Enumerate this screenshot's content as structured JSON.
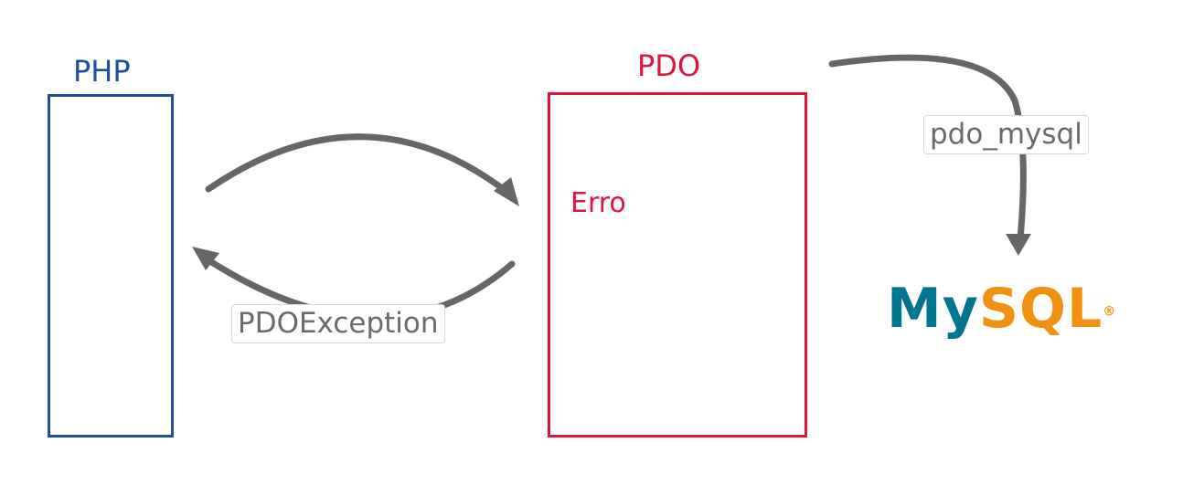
{
  "php": {
    "title": "PHP"
  },
  "pdo": {
    "title": "PDO",
    "error_label": "Erro"
  },
  "arrows": {
    "exception_label": "PDOException",
    "driver_label": "pdo_mysql"
  },
  "mysql": {
    "logo_part1": "My",
    "logo_part2": "SQL",
    "logo_mark": "®",
    "colors": {
      "my": "#00758f",
      "sql": "#f29111"
    }
  },
  "colors": {
    "php": "#1f4f9a",
    "pdo": "#e0143c",
    "arrow": "#666666"
  }
}
